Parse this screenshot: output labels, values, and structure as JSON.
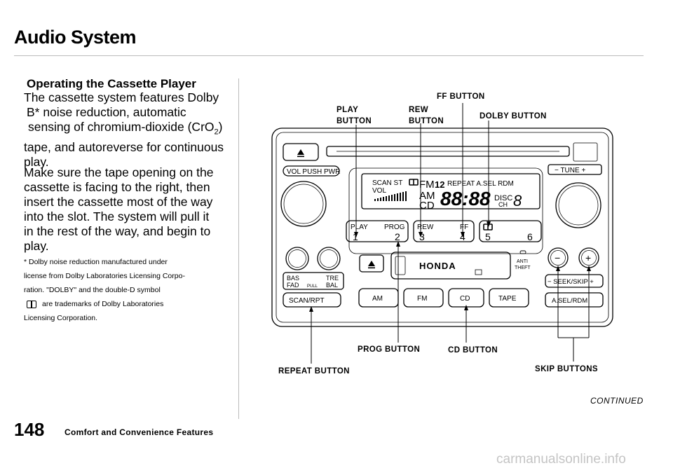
{
  "header": {
    "title": "Audio System"
  },
  "left": {
    "heading": "Operating the Cassette Player",
    "para1_l1": "The cassette system features Dolby",
    "para1_l2": "B* noise reduction, automatic",
    "para1_l3a": "sensing of chromium-dioxide (CrO",
    "para1_l3sub": "2",
    "para1_l3b": ")",
    "para1_l4": "tape, and autoreverse for continuous",
    "para1_l5": "play.",
    "para2_l1": "Make sure the tape opening on the",
    "para2_l2": "cassette is facing to the right, then",
    "para2_l3": "insert the cassette most of the way",
    "para2_l4": "into the slot. The system will pull it",
    "para2_l5": "in the rest of the way, and begin to",
    "para2_l6": "play.",
    "footnote_l1": "* Dolby noise reduction manufactured under",
    "footnote_l2": "license from Dolby Laboratories Licensing Corpo-",
    "footnote_l3": "ration. \"DOLBY\" and the double-D symbol",
    "footnote_l4": "are trademarks of Dolby Laboratories",
    "footnote_l5": "Licensing Corporation."
  },
  "callouts": {
    "ff": "FF BUTTON",
    "play_l1": "PLAY",
    "play_l2": "BUTTON",
    "rew_l1": "REW",
    "rew_l2": "BUTTON",
    "dolby": "DOLBY BUTTON",
    "prog": "PROG BUTTON",
    "cd": "CD BUTTON",
    "repeat": "REPEAT BUTTON",
    "skip": "SKIP BUTTONS"
  },
  "radio": {
    "vol_push_pwr": "VOL PUSH PWR",
    "tune": "− TUNE +",
    "scan_st": "SCAN ST",
    "vol": "VOL",
    "fm": "FM",
    "fm_num": "12",
    "am": "AM",
    "cd": "CD",
    "repeat_asel_rdm": "REPEAT A.SEL RDM",
    "disc": "DISC",
    "ch": "CH",
    "seg_digits": "88:88",
    "ch_digit": "8",
    "play_label": "PLAY",
    "prog_label": "PROG",
    "rew_label": "REW",
    "ff_label": "FF",
    "num1": "1",
    "num2": "2",
    "num3": "3",
    "num4": "4",
    "num5": "5",
    "num6": "6",
    "brand": "HONDA",
    "anti": "ANTI",
    "theft": "THEFT",
    "bas": "BAS",
    "tre": "TRE",
    "fad": "FAD",
    "pull": "PULL",
    "bal": "BAL",
    "scan_rpt": "SCAN/RPT",
    "am_btn": "AM",
    "fm_btn": "FM",
    "cd_btn": "CD",
    "tape_btn": "TAPE",
    "seek_skip": "− SEEK/SKIP +",
    "asel_rdm": "A.SEL/RDM",
    "minus": "−",
    "plus": "+"
  },
  "footer": {
    "continued": "CONTINUED",
    "page_number": "148",
    "section": "Comfort and Convenience Features",
    "watermark": "carmanualsonline.info"
  }
}
